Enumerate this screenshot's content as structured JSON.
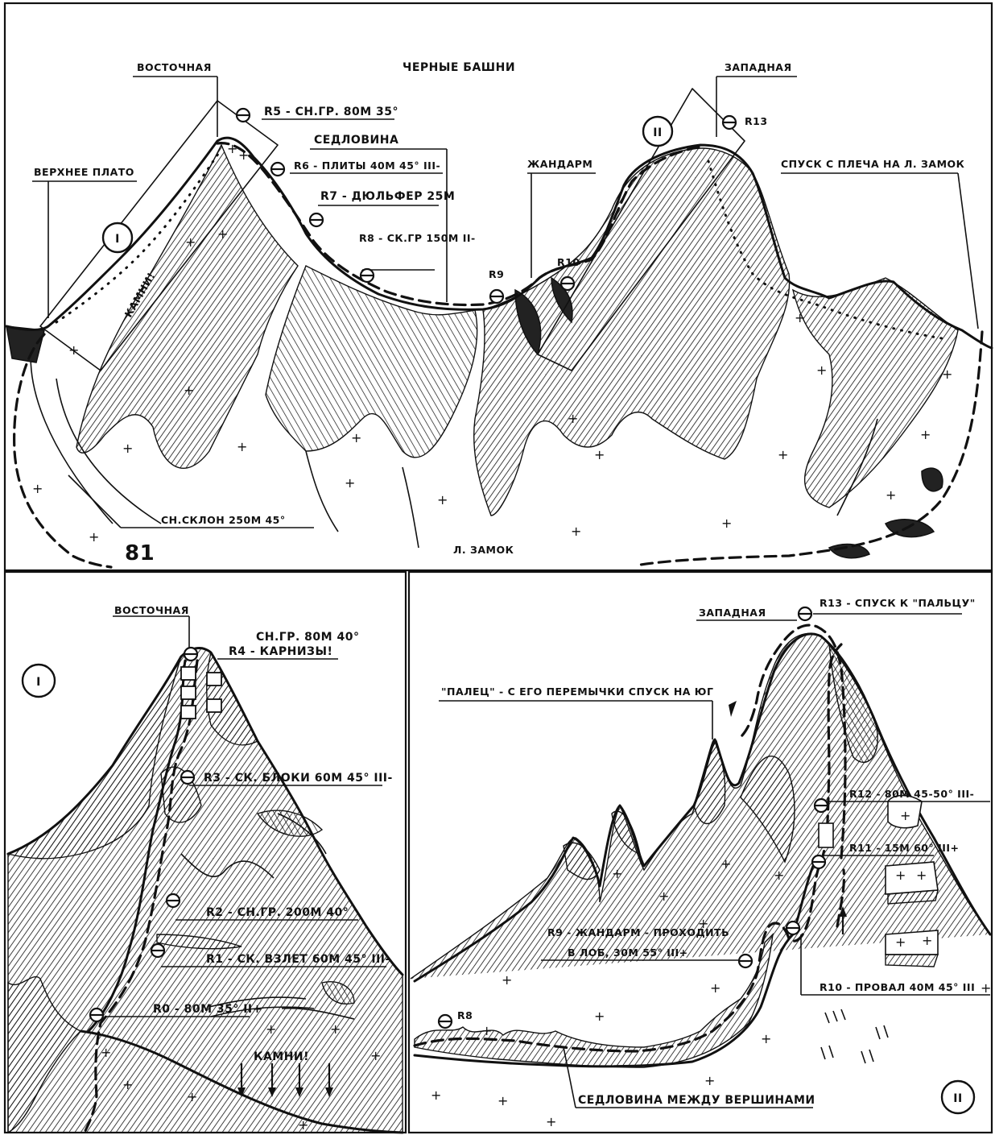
{
  "figure_number": "81",
  "top_panel": {
    "title": "ЧЕРНЫЕ БАШНИ",
    "labels": {
      "east_peak": "ВОСТОЧНАЯ",
      "west_peak": "ЗАПАДНАЯ",
      "upper_plateau": "ВЕРХНЕЕ ПЛАТО",
      "saddle": "СЕДЛОВИНА",
      "gendarme": "ЖАНДАРМ",
      "descent": "СПУСК С ПЛЕЧА НА Л. ЗАМОК",
      "stones": "КАМНИ!",
      "snow_slope": "СН.СКЛОН 250М 45°",
      "glacier": "Л. ЗАМОК"
    },
    "anchors": {
      "r5": "R5 - СН.ГР. 80М 35°",
      "r6": "R6 - ПЛИТЫ 40М 45° III-",
      "r7": "R7 - ДЮЛЬФЕР 25М",
      "r8": "R8 - СК.ГР 150М II-",
      "r9": "R9",
      "r10": "R10",
      "r13": "R13"
    },
    "inset_marks": [
      "I",
      "II"
    ]
  },
  "left_panel": {
    "mark": "I",
    "peak": "ВОСТОЧНАЯ",
    "anchors": {
      "r4_a": "СН.ГР. 80М 40°",
      "r4_b": "R4 - КАРНИЗЫ!",
      "r3": "R3 - СК. БЛОКИ 60М 45° III-",
      "r2": "R2 - СН.ГР. 200М 40°",
      "r1": "R1 - СК. ВЗЛЕТ 60М 45° III-",
      "r0": "R0 - 80М 35° II+"
    },
    "stones": "КАМНИ!"
  },
  "right_panel": {
    "mark": "II",
    "peak": "ЗАПАДНАЯ",
    "anchors": {
      "r13": "R13 - СПУСК К \"ПАЛЬЦУ\"",
      "finger": "\"ПАЛЕЦ\" - С ЕГО ПЕРЕМЫЧКИ СПУСК НА ЮГ",
      "r12": "R12 - 80М 45-50° III-",
      "r11": "R11 - 15М 60° III+",
      "r10": "R10 - ПРОВАЛ 40М 45° III",
      "r9_a": "R9 - ЖАНДАРМ - ПРОХОДИТЬ",
      "r9_b": "В ЛОБ, 30М 55° III+",
      "r8": "R8",
      "saddle": "СЕДЛОВИНА МЕЖДУ ВЕРШИНАМИ"
    }
  }
}
